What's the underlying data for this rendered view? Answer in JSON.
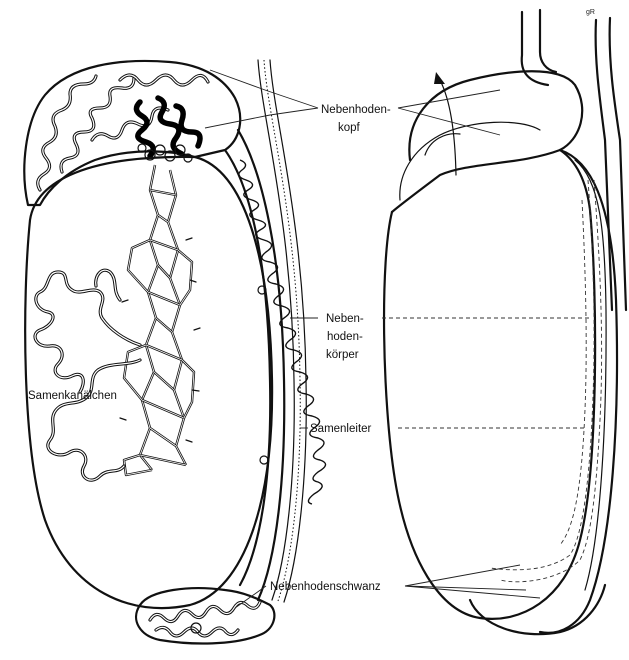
{
  "labels": {
    "head_line1": "Nebenhoden-",
    "head_line2": "kopf",
    "body_line1": "Neben-",
    "body_line2": "hoden-",
    "body_line3": "körper",
    "duct": "Samenleiter",
    "tubules": "Samenkanälchen",
    "tail": "Nebenhodenschwanz",
    "signature": "gR"
  }
}
